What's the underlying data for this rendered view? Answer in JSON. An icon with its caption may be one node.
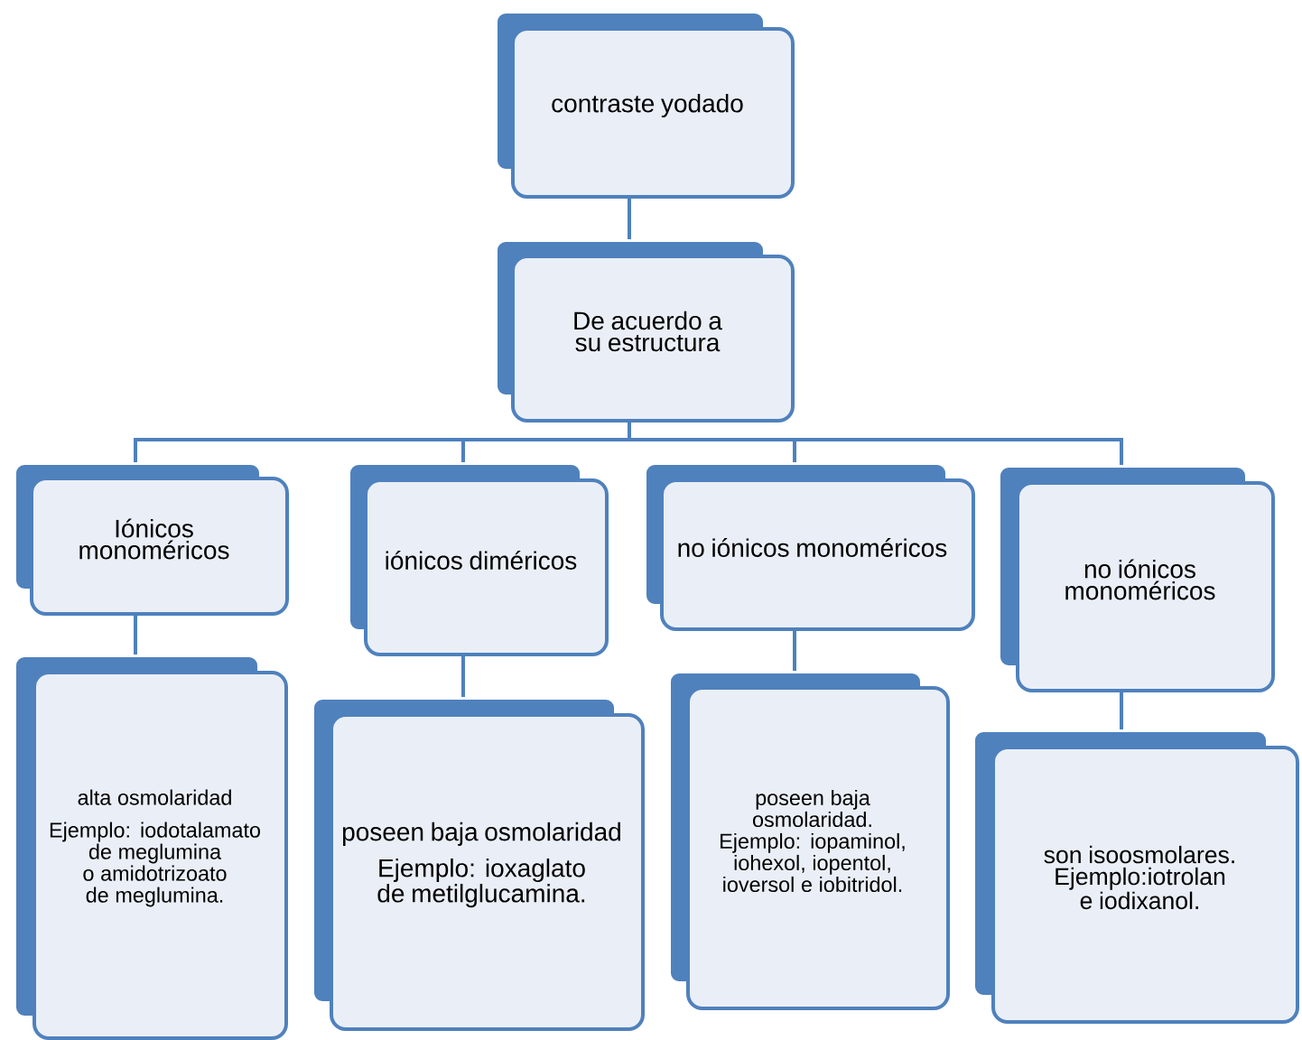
{
  "diagram": {
    "nodes": [
      {
        "text": [
          "contraste yodado"
        ]
      },
      {
        "text": [
          "De acuerdo a su estructura"
        ]
      },
      {
        "text": [
          "Iónicos monoméricos"
        ]
      },
      {
        "text": [
          "iónicos diméricos"
        ]
      },
      {
        "text": [
          "no iónicos monoméricos"
        ]
      },
      {
        "text": [
          "no iónicos monoméricos"
        ]
      },
      {
        "text": [
          "alta osmolaridad",
          "Ejemplo: iodotalamato de meglumina o amidotrizoato de meglumina."
        ]
      },
      {
        "text": [
          "poseen baja osmolaridad",
          "Ejemplo: ioxaglato de metilglucamina."
        ]
      },
      {
        "text": [
          "poseen baja osmolaridad. Ejemplo: iopaminol, iohexol, iopentol, ioversol e iobitridol."
        ]
      },
      {
        "text": [
          "son isoosmolares. Ejemplo:iotrolan e iodixanol."
        ]
      }
    ],
    "edges": [
      {
        "from": 0,
        "to": 1,
        "arrow": "none"
      },
      {
        "from": 1,
        "to": 2,
        "arrow": "none"
      },
      {
        "from": 1,
        "to": 3,
        "arrow": "none"
      },
      {
        "from": 1,
        "to": 4,
        "arrow": "none"
      },
      {
        "from": 1,
        "to": 5,
        "arrow": "none"
      },
      {
        "from": 2,
        "to": 6,
        "arrow": "none"
      },
      {
        "from": 3,
        "to": 7,
        "arrow": "none"
      },
      {
        "from": 4,
        "to": 8,
        "arrow": "none"
      },
      {
        "from": 5,
        "to": 9,
        "arrow": "none"
      }
    ]
  }
}
